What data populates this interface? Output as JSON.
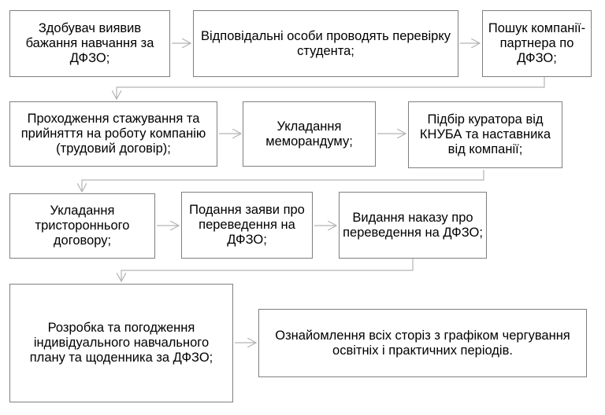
{
  "diagram": {
    "steps": [
      "Здобувач виявив бажання навчання за ДФЗО;",
      "Відповідальні особи проводять перевірку студента;",
      "Пошук компанії-партнера по ДФЗО;",
      "Проходження стажування та прийняття на роботу компанію (трудовий договір);",
      "Укладання меморандуму;",
      "Підбір куратора від КНУБА та наставника від компанії;",
      "Укладання тристороннього договору;",
      "Подання заяви про переведення на ДФЗО;",
      "Видання наказу про переведення на ДФЗО;",
      "Розробка та погодження індивідуального навчального плану та щоденника за ДФЗО;",
      "Ознайомлення всіх сторіз з графіком чергування освітніх і практичних періодів."
    ],
    "colors": {
      "border": "#7f7f7f",
      "arrow": "#b3b3b3",
      "text": "#000000"
    }
  }
}
